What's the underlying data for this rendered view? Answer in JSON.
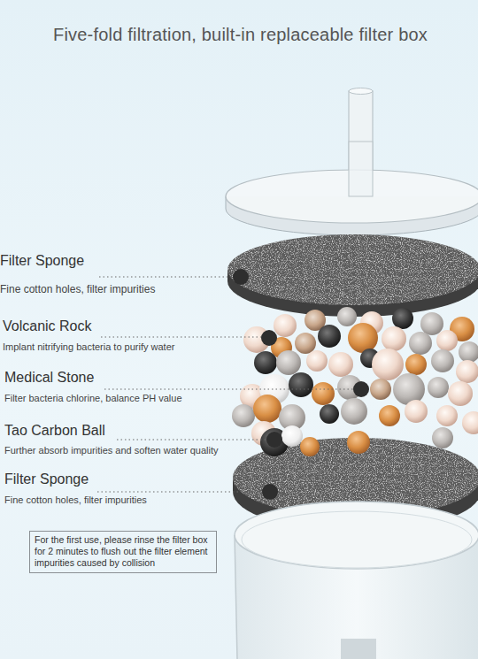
{
  "diagram": {
    "title": "Five-fold filtration, built-in replaceable filter box",
    "nodes": [
      {
        "text": [
          "For the first use, please rinse the filter box for 2 minutes to flush out the filter element impurities caused by collision"
        ]
      }
    ],
    "labels": [
      "Filter Sponge",
      "Fine cotton holes, filter impurities",
      "Volcanic Rock",
      "Implant nitrifying bacteria to purify water",
      "Medical Stone",
      "Filter bacteria chlorine, balance PH value",
      "Tao Carbon Ball",
      "Further absorb impurities and soften water quality",
      "Filter Sponge",
      "Fine cotton holes, filter impurities"
    ]
  }
}
